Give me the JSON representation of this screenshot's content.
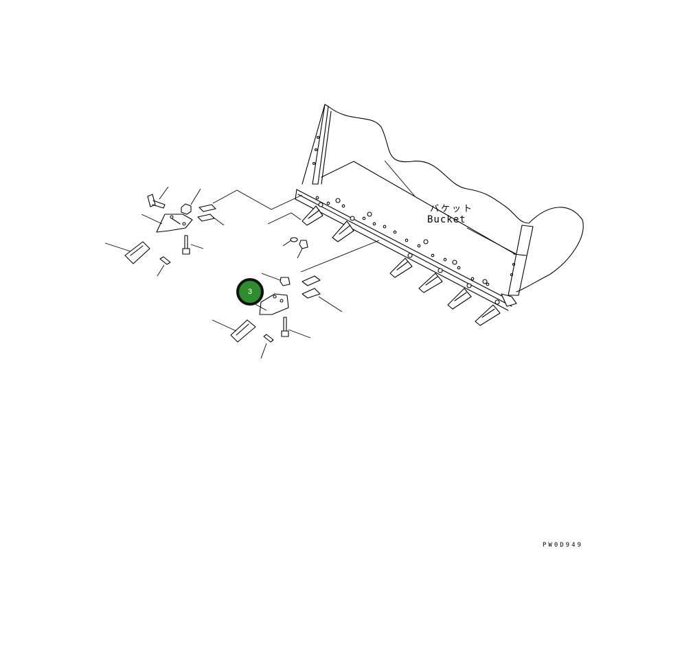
{
  "diagram": {
    "label_jp": "バケット",
    "label_en": "Bucket",
    "drawing_code": "PW0D949",
    "callout_number": "3",
    "callout_color": "#2e8b2e"
  }
}
